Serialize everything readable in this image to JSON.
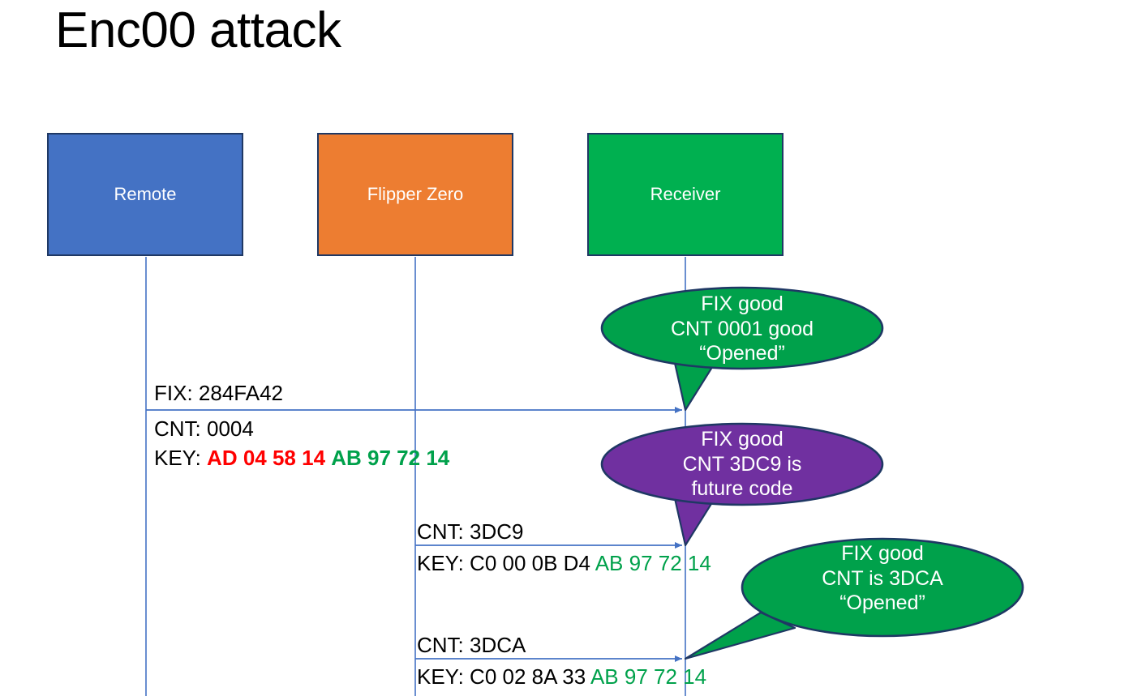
{
  "slide": {
    "title": "Enc00 attack",
    "background": "#FFFFFF"
  },
  "colors": {
    "remote": "#4472C4",
    "flipper": "#ED7D31",
    "receiver": "#00B050",
    "bubble_good": "#00A14B",
    "bubble_future": "#7030A0",
    "line": "#4472C4",
    "outline": "#1F3864",
    "key_red": "#FF0000",
    "key_green": "#00A14B"
  },
  "actors": [
    {
      "id": "remote",
      "label": "Remote",
      "color": "#4472C4"
    },
    {
      "id": "flipper",
      "label": "Flipper Zero",
      "color": "#ED7D31"
    },
    {
      "id": "receiver",
      "label": "Receiver",
      "color": "#00B050"
    }
  ],
  "messages": [
    {
      "id": "msg1",
      "from": "remote",
      "to": "receiver",
      "fix": "FIX: 284FA42",
      "cnt": "CNT: 0004",
      "key_prefix": "KEY: ",
      "key_first": "AD 04 58 14",
      "key_second": "AB 97 72 14"
    },
    {
      "id": "msg2",
      "from": "flipper",
      "to": "receiver",
      "cnt": "CNT: 3DC9",
      "key_prefix": "KEY: C0 00 0B D4 ",
      "key_second": "AB 97 72 14"
    },
    {
      "id": "msg3",
      "from": "flipper",
      "to": "receiver",
      "cnt": "CNT: 3DCA",
      "key_prefix": "KEY: C0 02 8A 33 ",
      "key_second": "AB 97 72 14"
    }
  ],
  "bubbles": [
    {
      "id": "bubble-1",
      "color": "#00A14B",
      "line1": "FIX good",
      "line2": "CNT 0001 good",
      "line3": "“Opened”"
    },
    {
      "id": "bubble-2",
      "color": "#7030A0",
      "line1": "FIX good",
      "line2": "CNT 3DC9 is",
      "line3": "future code"
    },
    {
      "id": "bubble-3",
      "color": "#00A14B",
      "line1": "FIX good",
      "line2": "CNT is 3DCA",
      "line3": "“Opened”"
    }
  ]
}
